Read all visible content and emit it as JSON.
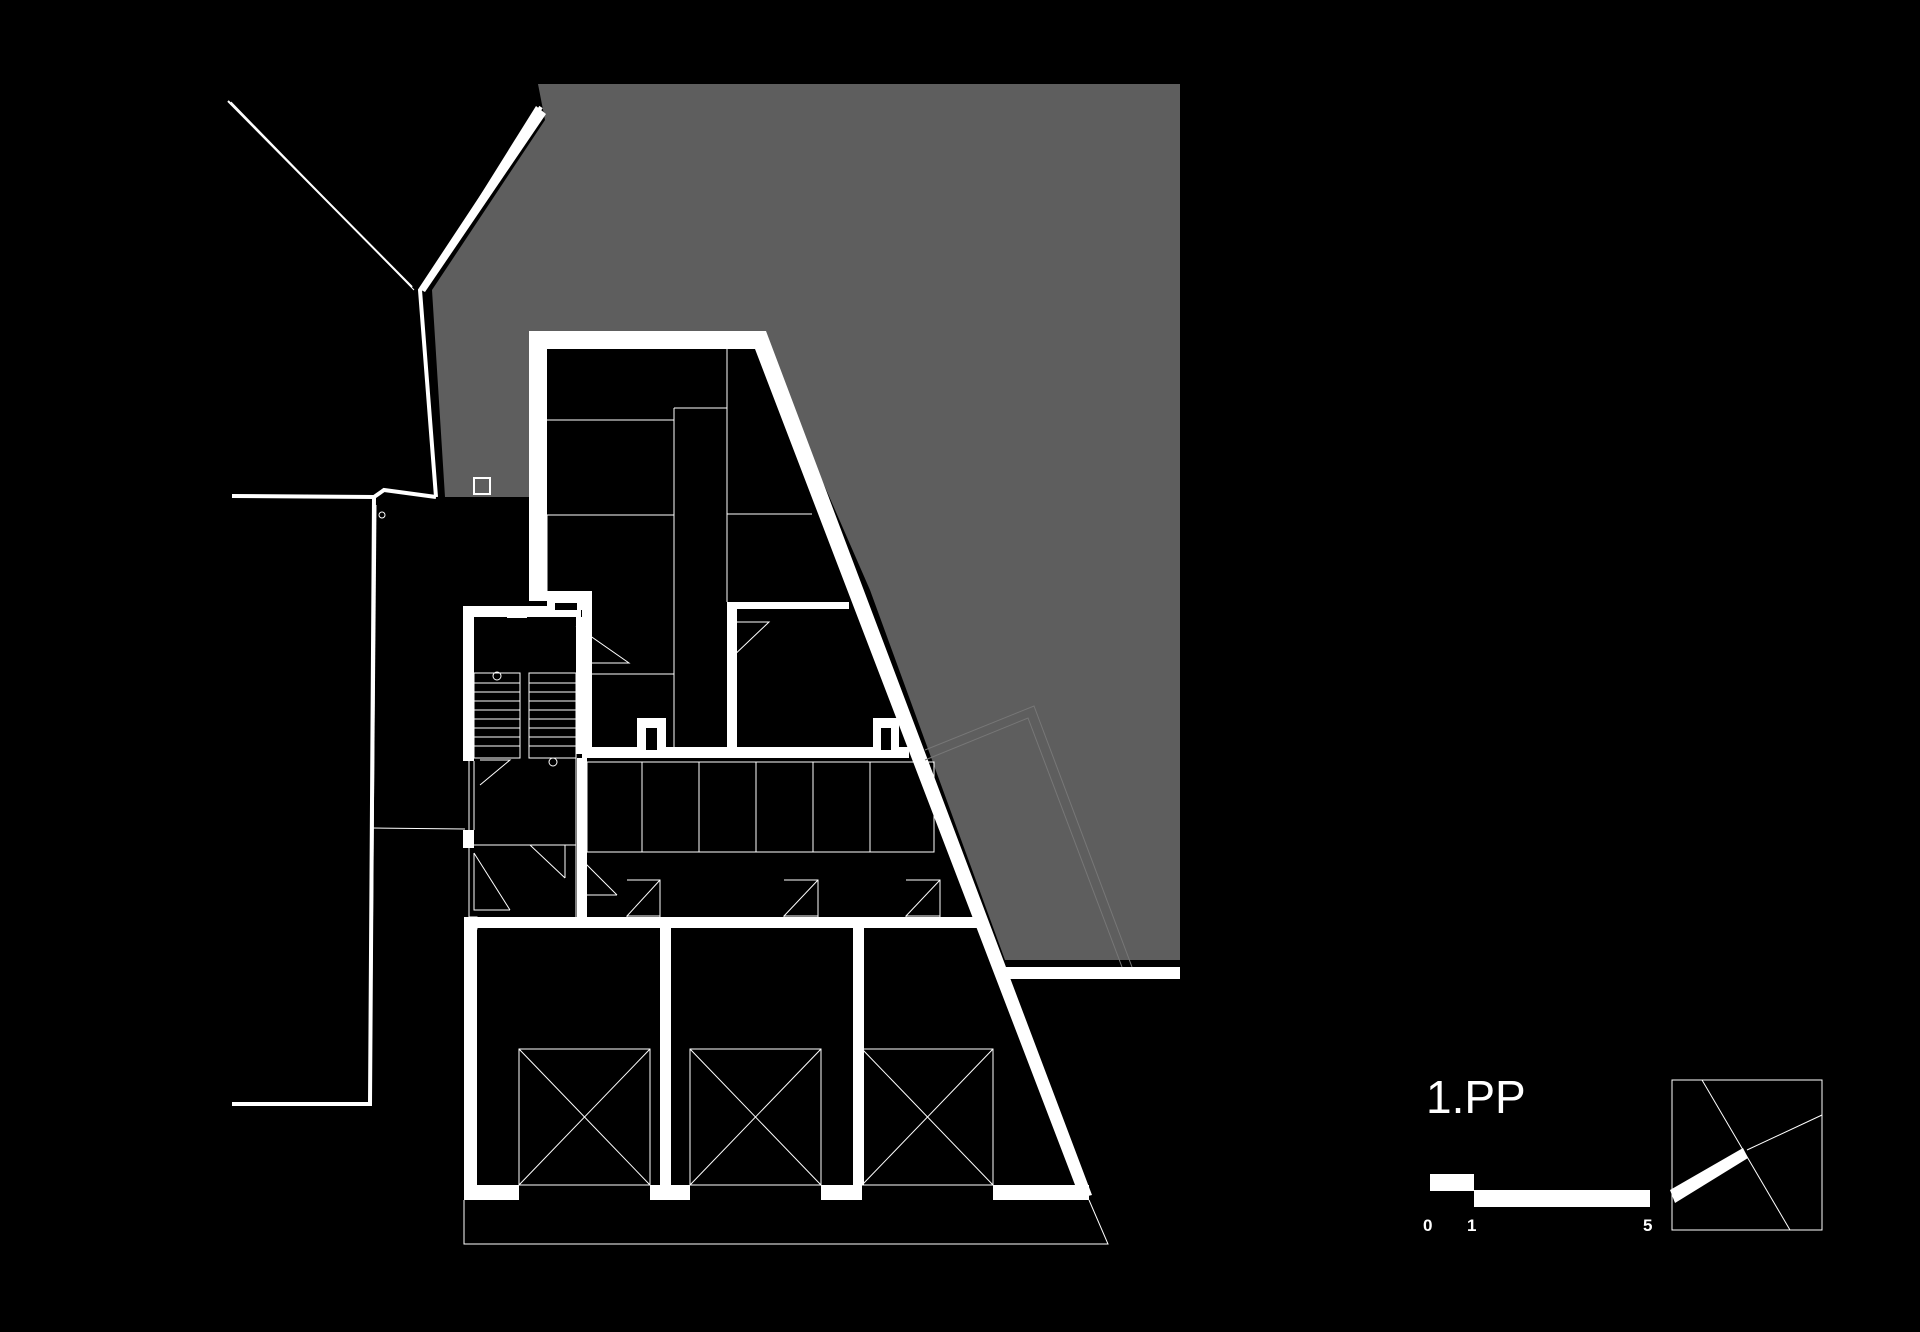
{
  "drawing": {
    "title": "1.PP",
    "scale_labels": [
      "0",
      "1",
      "5"
    ]
  },
  "colors": {
    "background": "#000000",
    "walls": "#ffffff",
    "exterior_area": "#5e5e5e"
  }
}
